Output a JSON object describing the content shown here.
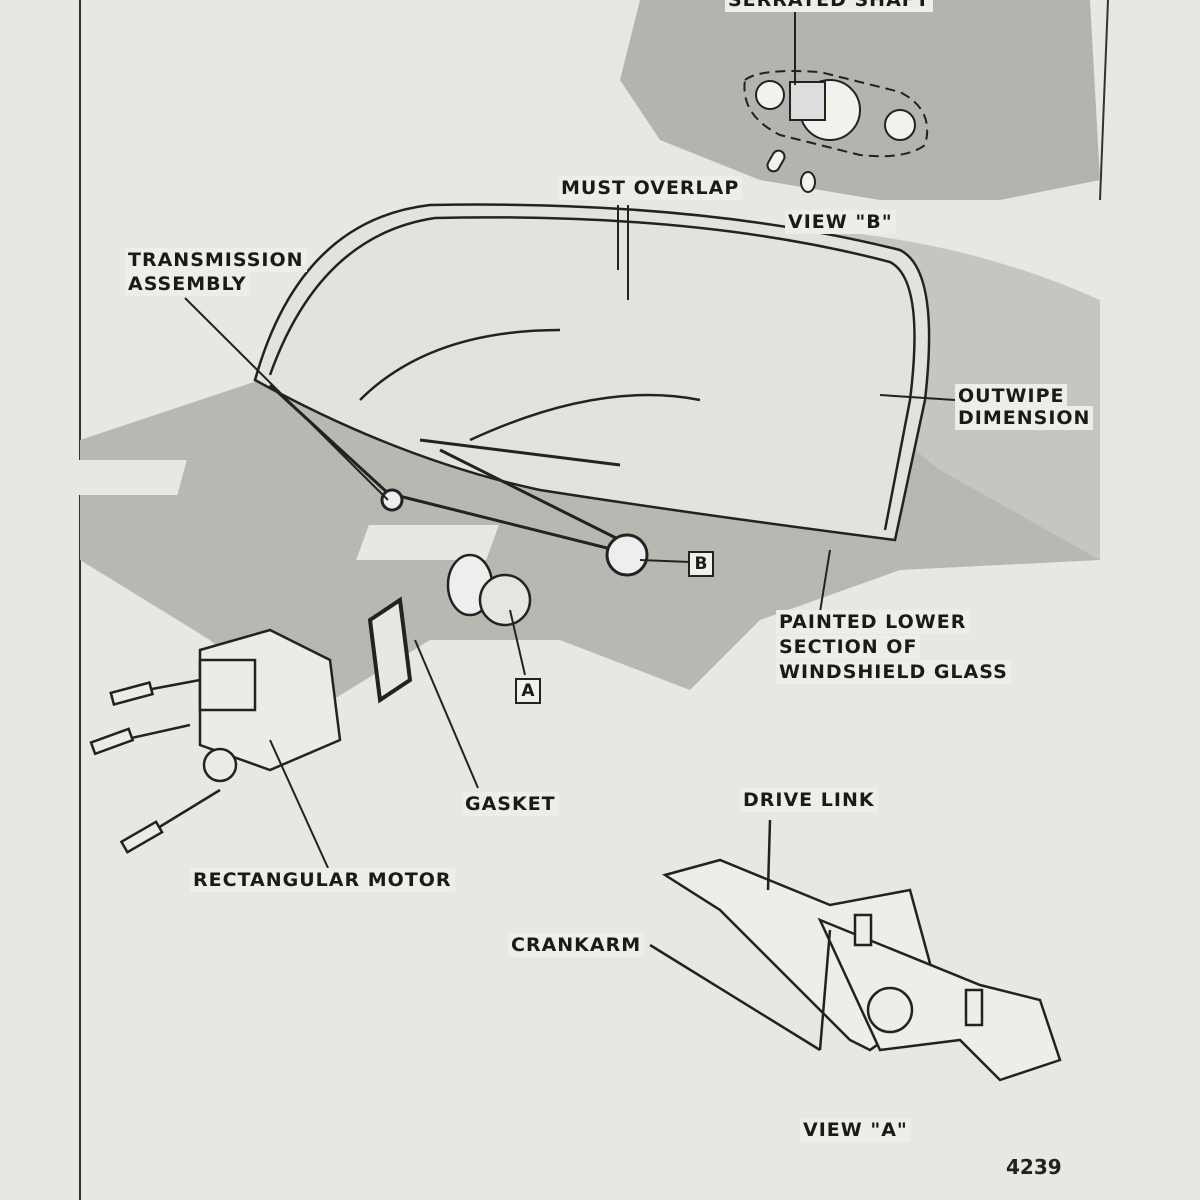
{
  "labels": {
    "serrated_shaft": "SERRATED SHAFT",
    "must_overlap": "MUST OVERLAP",
    "view_b": "VIEW \"B\"",
    "transmission_assembly_1": "TRANSMISSION",
    "transmission_assembly_2": "ASSEMBLY",
    "outwipe_1": "OUTWIPE",
    "outwipe_2": "DIMENSION",
    "callout_b": "B",
    "callout_a": "A",
    "painted_1": "PAINTED LOWER",
    "painted_2": "SECTION OF",
    "painted_3": "WINDSHIELD GLASS",
    "gasket": "GASKET",
    "rectangular_motor": "RECTANGULAR MOTOR",
    "drive_link": "DRIVE LINK",
    "crankarm": "CRANKARM",
    "view_a": "VIEW \"A\""
  },
  "page_number": "4239"
}
